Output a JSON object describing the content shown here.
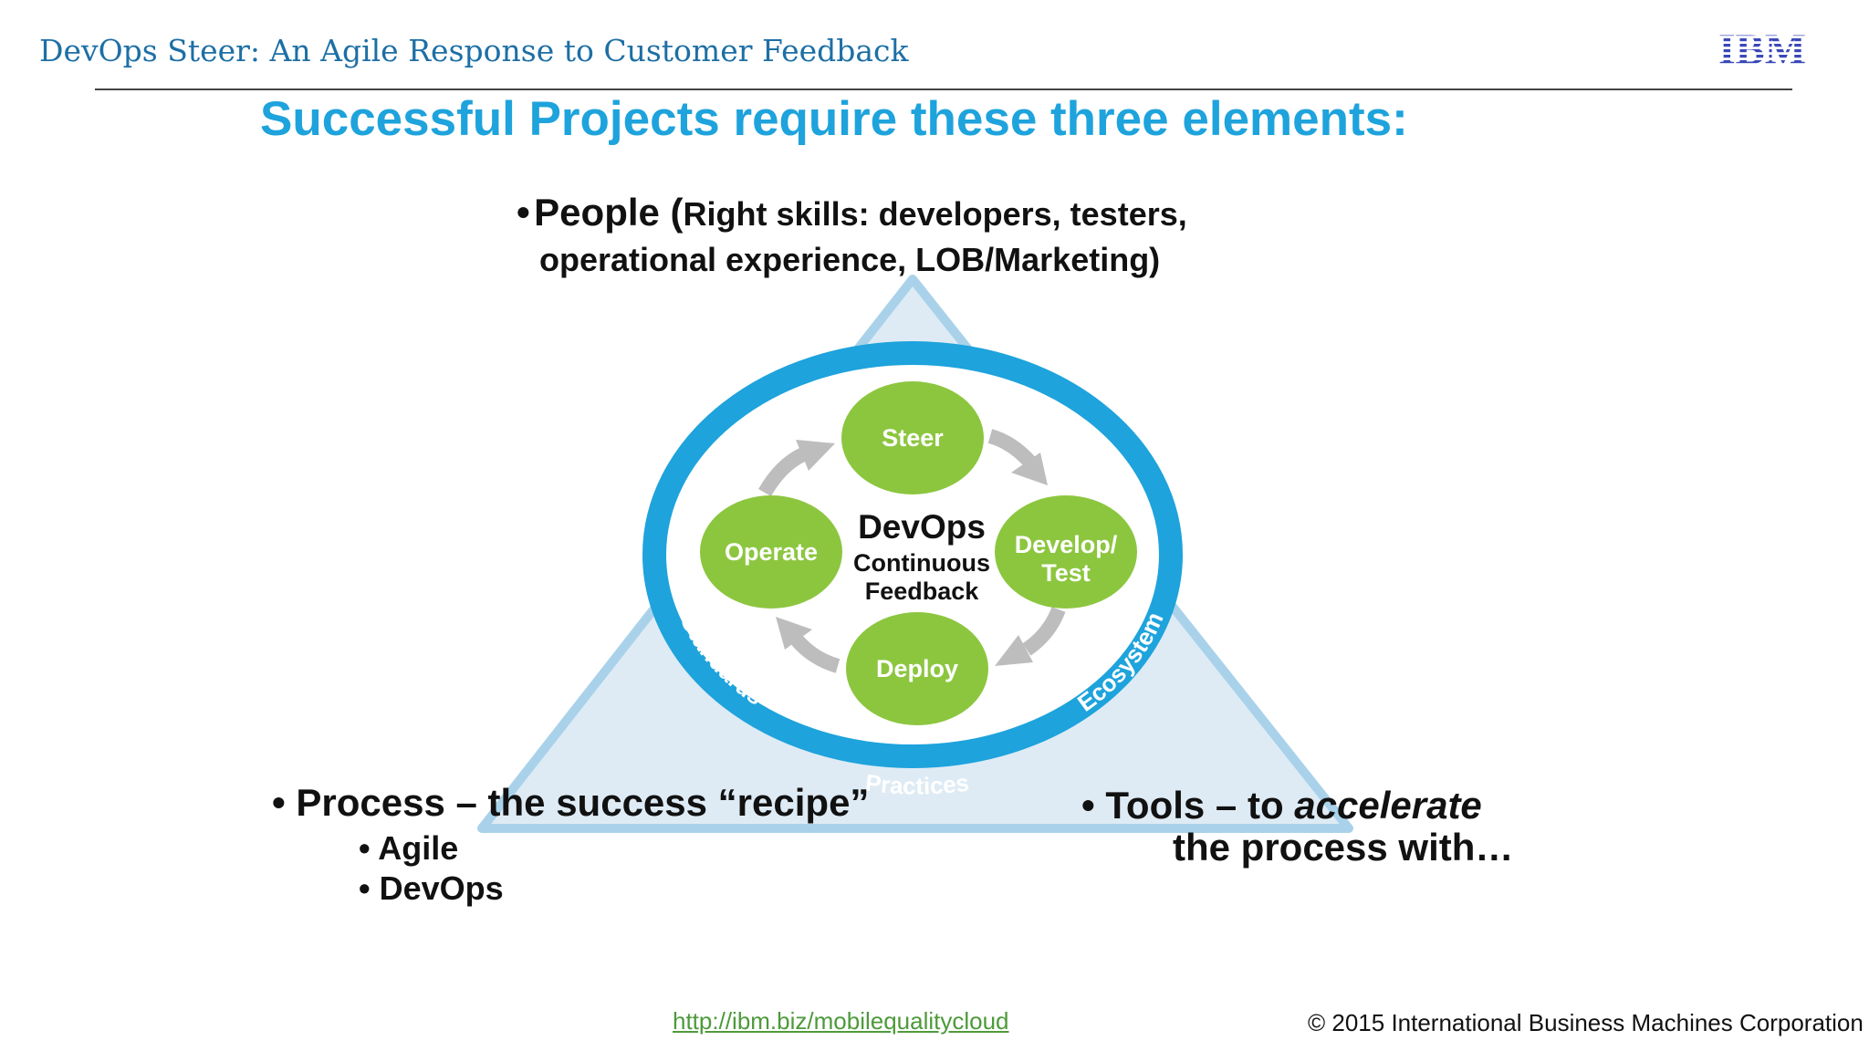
{
  "header": {
    "title": "DevOps Steer: An Agile Response to Customer Feedback",
    "logo": "IBM"
  },
  "slide": {
    "title": "Successful Projects require these three elements:"
  },
  "diagram": {
    "center_title": "DevOps",
    "center_sub1": "Continuous",
    "center_sub2": "Feedback",
    "nodes": {
      "steer": "Steer",
      "develop_line1": "Develop/",
      "develop_line2": "Test",
      "deploy": "Deploy",
      "operate": "Operate"
    },
    "ring_labels": {
      "standards": "Standards",
      "practices": "Practices",
      "ecosystem": "Ecosystem"
    },
    "colors": {
      "ring": "#1ea3dc",
      "node": "#8cc63f",
      "triangle_fill": "#deebf5",
      "triangle_stroke": "#a9d2ea",
      "arrow": "#bdbdbd"
    }
  },
  "people": {
    "bullet": "•",
    "label": "People (",
    "detail": "Right skills: developers, testers,",
    "line2": "operational experience, LOB/Marketing)"
  },
  "process": {
    "bullet": "•",
    "label": "Process – the success “recipe”",
    "items": [
      "Agile",
      "DevOps"
    ]
  },
  "tools": {
    "bullet": "•",
    "prefix": "Tools – to ",
    "emphasis": "accelerate",
    "line2": "the process with…"
  },
  "footer": {
    "url": "http://ibm.biz/mobilequalitycloud",
    "copyright": "© 2015 International Business Machines Corporation"
  }
}
